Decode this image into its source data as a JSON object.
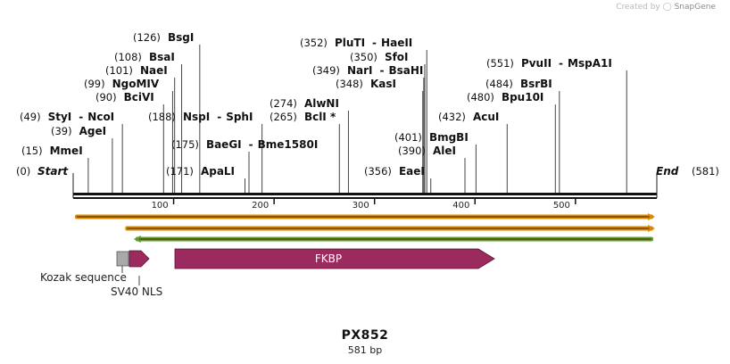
{
  "watermark": {
    "prefix": "Created by",
    "brand": "SnapGene"
  },
  "title": "PX852",
  "subtitle": "581 bp",
  "sequence_length": 581,
  "ends": {
    "start": {
      "label": "Start",
      "position": "(0)"
    },
    "end": {
      "label": "End",
      "position": "(581)"
    }
  },
  "ruler_ticks": [
    "100",
    "200",
    "300",
    "400",
    "500"
  ],
  "sites": [
    {
      "pos": 15,
      "pos_label": "(15)",
      "names": [
        "MmeI"
      ]
    },
    {
      "pos": 39,
      "pos_label": "(39)",
      "names": [
        "AgeI"
      ]
    },
    {
      "pos": 49,
      "pos_label": "(49)",
      "names": [
        "StyI",
        "NcoI"
      ]
    },
    {
      "pos": 90,
      "pos_label": "(90)",
      "names": [
        "BciVI"
      ]
    },
    {
      "pos": 99,
      "pos_label": "(99)",
      "names": [
        "NgoMIV"
      ]
    },
    {
      "pos": 101,
      "pos_label": "(101)",
      "names": [
        "NaeI"
      ]
    },
    {
      "pos": 108,
      "pos_label": "(108)",
      "names": [
        "BsaI"
      ]
    },
    {
      "pos": 126,
      "pos_label": "(126)",
      "names": [
        "BsgI"
      ]
    },
    {
      "pos": 188,
      "pos_label": "(188)",
      "names": [
        "NspI",
        "SphI"
      ]
    },
    {
      "pos": 175,
      "pos_label": "(175)",
      "names": [
        "BaeGI",
        "Bme1580I"
      ]
    },
    {
      "pos": 171,
      "pos_label": "(171)",
      "names": [
        "ApaLI"
      ]
    },
    {
      "pos": 274,
      "pos_label": "(274)",
      "names": [
        "AlwNI"
      ]
    },
    {
      "pos": 265,
      "pos_label": "(265)",
      "names": [
        "BclI *"
      ]
    },
    {
      "pos": 352,
      "pos_label": "(352)",
      "names": [
        "PluTI",
        "HaeII"
      ]
    },
    {
      "pos": 350,
      "pos_label": "(350)",
      "names": [
        "SfoI"
      ]
    },
    {
      "pos": 349,
      "pos_label": "(349)",
      "names": [
        "NarI",
        "BsaHI"
      ]
    },
    {
      "pos": 348,
      "pos_label": "(348)",
      "names": [
        "KasI"
      ]
    },
    {
      "pos": 401,
      "pos_label": "(401)",
      "names": [
        "BmgBI"
      ]
    },
    {
      "pos": 390,
      "pos_label": "(390)",
      "names": [
        "AleI"
      ]
    },
    {
      "pos": 356,
      "pos_label": "(356)",
      "names": [
        "EaeI"
      ]
    },
    {
      "pos": 432,
      "pos_label": "(432)",
      "names": [
        "AcuI"
      ]
    },
    {
      "pos": 480,
      "pos_label": "(480)",
      "names": [
        "Bpu10I"
      ]
    },
    {
      "pos": 484,
      "pos_label": "(484)",
      "names": [
        "BsrBI"
      ]
    },
    {
      "pos": 551,
      "pos_label": "(551)",
      "names": [
        "PvuII",
        "MspA1I"
      ]
    }
  ],
  "primers_and_orfs": [
    {
      "start": 0,
      "end": 581,
      "direction": "forward",
      "color": "#f4b942",
      "rim": "#d98a00"
    },
    {
      "start": 50,
      "end": 581,
      "direction": "forward",
      "color": "#f4b942",
      "rim": "#d98a00"
    },
    {
      "start": 30,
      "end": 581,
      "direction": "reverse",
      "color": "#9ad35c",
      "rim": "#5e9e2a"
    }
  ],
  "features": [
    {
      "name": "Kozak sequence",
      "start": 43,
      "end": 55,
      "type": "box",
      "color": "#a9a9a9"
    },
    {
      "name": "SV40 NLS",
      "start": 57,
      "end": 78,
      "type": "arrow",
      "color": "#9b2a5e"
    },
    {
      "name": "FKBP",
      "start": 101,
      "end": 421,
      "type": "arrow",
      "color": "#9b2a5e"
    }
  ]
}
